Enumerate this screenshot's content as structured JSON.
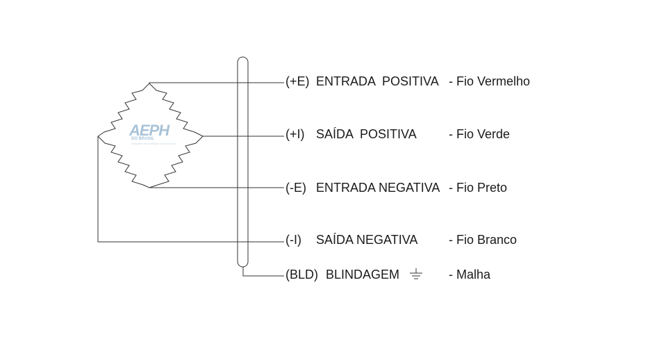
{
  "logo": {
    "main": "AEPH",
    "sub": "DO BRASIL",
    "tagline": "Soluções em Medição e Automação"
  },
  "terminals": [
    {
      "code": "(+E)",
      "name": "ENTRADA  POSITIVA",
      "wire": "- Fio Vermelho"
    },
    {
      "code": "(+I)",
      "name": "SAÍDA  POSITIVA",
      "wire": "- Fio Verde"
    },
    {
      "code": "(-E)",
      "name": "ENTRADA NEGATIVA",
      "wire": "- Fio Preto"
    },
    {
      "code": "(-I)",
      "name": "SAÍDA NEGATIVA",
      "wire": "- Fio Branco"
    },
    {
      "code": "(BLD)",
      "name": "BLINDAGEM",
      "wire": "- Malha"
    }
  ],
  "icons": {
    "shield": "ground-icon"
  },
  "colors": {
    "line": "#333333",
    "text": "#1a1a1a",
    "logo": "#a9c3d8"
  }
}
